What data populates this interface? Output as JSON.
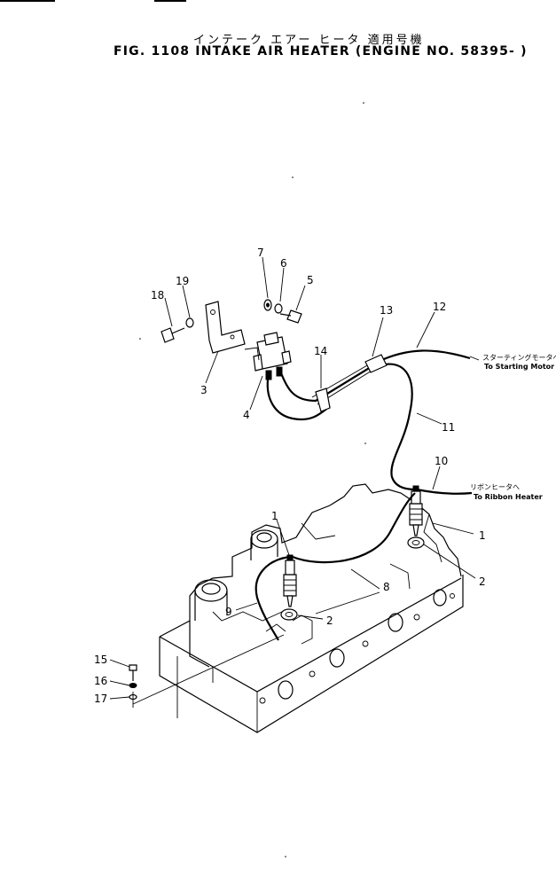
{
  "title": {
    "japanese": "インテーク エアー ヒータ 適用号機",
    "english": "FIG. 1108 INTAKE AIR HEATER (ENGINE NO. 58395- )"
  },
  "destinations": {
    "starting_motor_jp": "スターティングモータへ",
    "starting_motor_en": "To Starting Motor",
    "ribbon_heater_jp": "リボンヒータへ",
    "ribbon_heater_en": "To Ribbon Heater"
  },
  "callouts": {
    "c1a": "1",
    "c1b": "1",
    "c2a": "2",
    "c2b": "2",
    "c3": "3",
    "c4": "4",
    "c5": "5",
    "c6": "6",
    "c7": "7",
    "c8": "8",
    "c9": "9",
    "c10": "10",
    "c11": "11",
    "c12": "12",
    "c13": "13",
    "c14": "14",
    "c15": "15",
    "c16": "16",
    "c17": "17",
    "c18": "18",
    "c19": "19"
  }
}
